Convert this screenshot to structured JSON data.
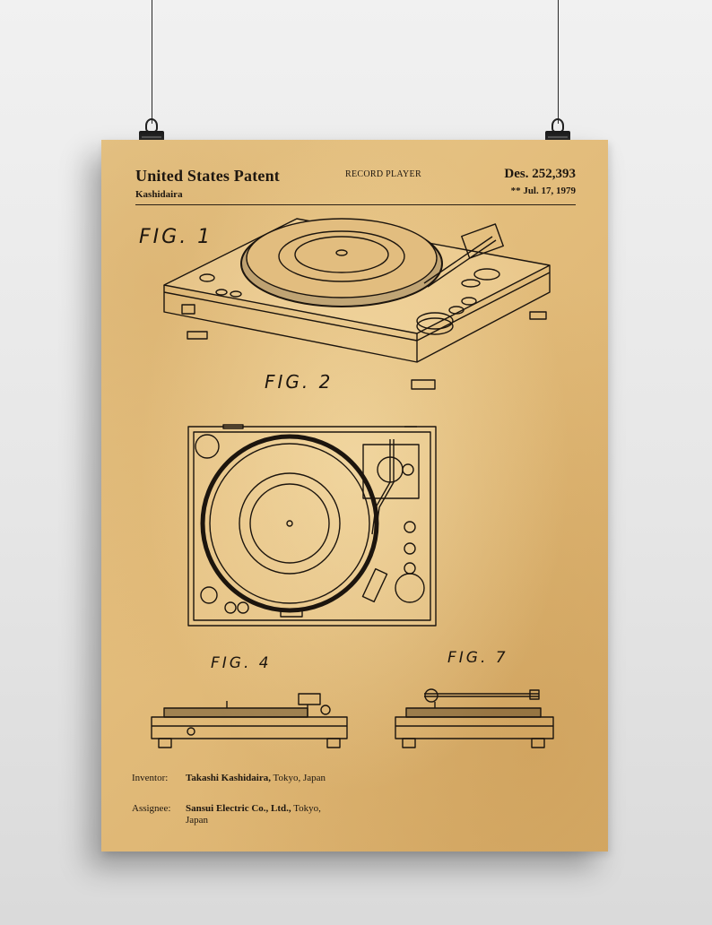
{
  "patent": {
    "title": "United States Patent",
    "inventor_header": "Kashidaira",
    "subject": "RECORD PLAYER",
    "number": "Des. 252,393",
    "date": "** Jul. 17, 1979"
  },
  "figures": {
    "fig1": "FIG. 1",
    "fig2": "FIG. 2",
    "fig4": "FIG. 4",
    "fig7": "FIG. 7"
  },
  "footer": {
    "inventor_label": "Inventor:",
    "inventor_name": "Takashi Kashidaira,",
    "inventor_place": " Tokyo, Japan",
    "assignee_label": "Assignee:",
    "assignee_name": "Sansui Electric Co., Ltd.,",
    "assignee_place": " Tokyo,",
    "assignee_country": "Japan"
  },
  "colors": {
    "paper": "#e3bd7c",
    "ink": "#1e1710",
    "wall": "#e6e6e6"
  }
}
